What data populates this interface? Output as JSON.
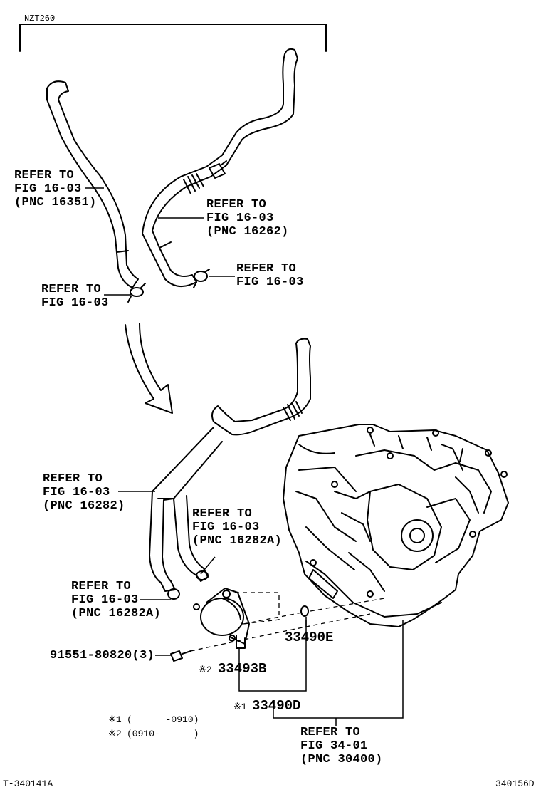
{
  "header": {
    "model": "NZT260"
  },
  "callouts": {
    "hose_16351": [
      "REFER TO",
      "FIG 16-03",
      "(PNC 16351)"
    ],
    "hose_16262": [
      "REFER TO",
      "FIG 16-03",
      "(PNC 16262)"
    ],
    "clamp_right": [
      "REFER TO",
      "FIG 16-03"
    ],
    "clamp_left": [
      "REFER TO",
      "FIG 16-03"
    ],
    "hose_16282": [
      "REFER TO",
      "FIG 16-03",
      "(PNC 16282)"
    ],
    "hose_16282A_upper": [
      "REFER TO",
      "FIG 16-03",
      "(PNC 16282A)"
    ],
    "hose_16282A_lower": [
      "REFER TO",
      "FIG 16-03",
      "(PNC 16282A)"
    ],
    "transaxle": [
      "REFER TO",
      "FIG 34-01",
      "(PNC 30400)"
    ]
  },
  "parts": {
    "p33490E": "33490E",
    "p33493B_mark": "※2",
    "p33493B": "33493B",
    "p33490D_mark": "※1",
    "p33490D": "33490D",
    "bolt": "91551-80820(3)"
  },
  "notes": {
    "n1_mark": "※1",
    "n1_text": "(      -0910)",
    "n2_mark": "※2",
    "n2_text": "(0910-      )"
  },
  "footer": {
    "left_code": "T-340141A",
    "right_code": "340156D"
  }
}
